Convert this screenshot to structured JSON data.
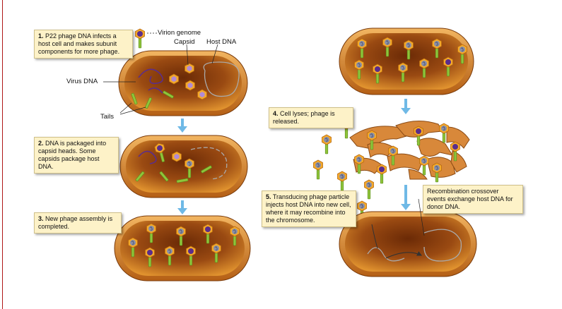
{
  "steps": [
    {
      "num": "1.",
      "text": "P22 phage DNA infects a host cell and makes subunit components for more phage."
    },
    {
      "num": "2.",
      "text": "DNA is packaged into capsid heads. Some capsids package host DNA."
    },
    {
      "num": "3.",
      "text": "New phage assembly is completed."
    },
    {
      "num": "4.",
      "text": "Cell lyses; phage is released."
    },
    {
      "num": "5.",
      "text": "Transducing phage particle injects host DNA into new cell, where it may recombine into the chromosome."
    }
  ],
  "labels": {
    "virion_genome": "Virion genome",
    "capsid": "Capsid",
    "host_dna": "Host DNA",
    "virus_dna": "Virus DNA",
    "tails": "Tails",
    "recombination": "Recombination crossover events exchange host DNA for donor DNA."
  },
  "colors": {
    "cell_body": "#c8741f",
    "cell_inner": "#8a3f0d",
    "capsid_fill": "#f4a92a",
    "virus_dna": "#5a2d8c",
    "tail": "#8fc43a",
    "callout_bg": "#fdf2c8",
    "arrow": "#6fb9e6"
  }
}
